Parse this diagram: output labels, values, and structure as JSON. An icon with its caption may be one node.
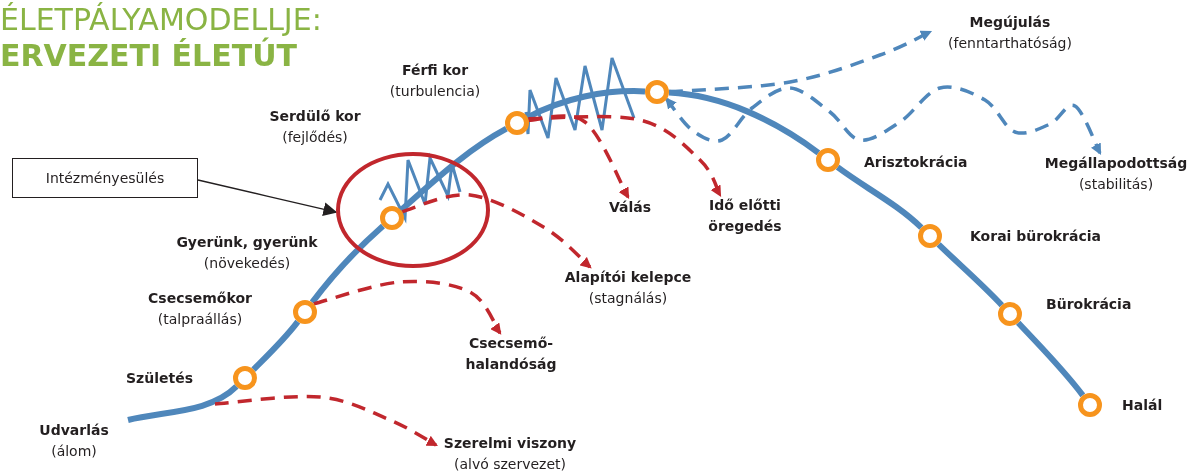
{
  "diagram": {
    "title": "ÉLETPÁLYAMODELLJE:",
    "nodes": [
      {
        "text": [
          "Udvarlás",
          "(álom)"
        ]
      },
      {
        "text": [],
        "shape": "circle",
        "beside": [
          "Születés"
        ]
      },
      {
        "text": [],
        "shape": "circle",
        "beside": [
          "Csecsemőkor",
          "(talpraállás)"
        ]
      },
      {
        "text": [],
        "shape": "circle",
        "beside": [
          "Gyerünk, gyerünk",
          "(növekedés)"
        ],
        "in": 18
      },
      {
        "text": [],
        "shape": "circle",
        "beside": [
          "Serdülő kor",
          "(fejlődés)"
        ]
      },
      {
        "text": [],
        "shape": "circle",
        "beside": [
          "Férfi kor",
          "(turbulencia)"
        ]
      },
      {
        "text": [],
        "shape": "circle",
        "beside": [
          "Arisztokrácia"
        ]
      },
      {
        "text": [],
        "shape": "circle",
        "beside": [
          "Korai bürokrácia"
        ]
      },
      {
        "text": [],
        "shape": "circle",
        "beside": [
          "Bürokrácia"
        ]
      },
      {
        "text": [],
        "shape": "circle",
        "beside": [
          "Halál"
        ]
      },
      {
        "text": [
          "Szerelmi viszony",
          "(alvó szervezet)"
        ]
      },
      {
        "text": [
          "Csecsemő-halandóság"
        ]
      },
      {
        "text": [
          "Alapítói kelepce",
          "(stagnálás)"
        ]
      },
      {
        "text": [
          "Válás"
        ]
      },
      {
        "text": [
          "Idő előtti öregedés"
        ]
      },
      {
        "text": [
          "Megújulás",
          "(fenntarthatóság)"
        ]
      },
      {
        "text": [
          "Megállapodottság",
          "(stabilitás)"
        ]
      },
      {
        "text": [
          "Intézményesülés"
        ]
      },
      {
        "text": [],
        "shape": "circle"
      }
    ],
    "edges": [
      {
        "from": 0,
        "to": 1,
        "arrow": "none"
      },
      {
        "from": 1,
        "to": 2,
        "arrow": "none"
      },
      {
        "from": 2,
        "to": 3,
        "arrow": "none"
      },
      {
        "from": 3,
        "to": 4,
        "arrow": "none"
      },
      {
        "from": 4,
        "to": 5,
        "arrow": "none"
      },
      {
        "from": 5,
        "to": 6,
        "arrow": "none"
      },
      {
        "from": 6,
        "to": 7,
        "arrow": "none"
      },
      {
        "from": 7,
        "to": 8,
        "arrow": "none"
      },
      {
        "from": 8,
        "to": 9,
        "arrow": "none"
      },
      {
        "from": null,
        "to": 10,
        "arrow": "to",
        "style": "dashed",
        "color": "#c1272d"
      },
      {
        "from": 2,
        "to": 11,
        "arrow": "to",
        "style": "dashed",
        "color": "#c1272d"
      },
      {
        "from": 3,
        "to": 12,
        "arrow": "to",
        "style": "dashed",
        "color": "#c1272d"
      },
      {
        "from": 4,
        "to": 13,
        "arrow": "to",
        "style": "dashed",
        "color": "#c1272d"
      },
      {
        "from": 4,
        "to": 14,
        "arrow": "to",
        "style": "dashed",
        "color": "#c1272d"
      },
      {
        "from": 5,
        "to": 15,
        "arrow": "to",
        "style": "dashed"
      },
      {
        "from": 5,
        "to": 16,
        "arrow": "both",
        "style": "dashed"
      },
      {
        "from": 17,
        "to": 18,
        "arrow": "to",
        "color": "#231f20"
      }
    ],
    "labels": [
      "ERVEZETI ÉLETÚT"
    ]
  }
}
